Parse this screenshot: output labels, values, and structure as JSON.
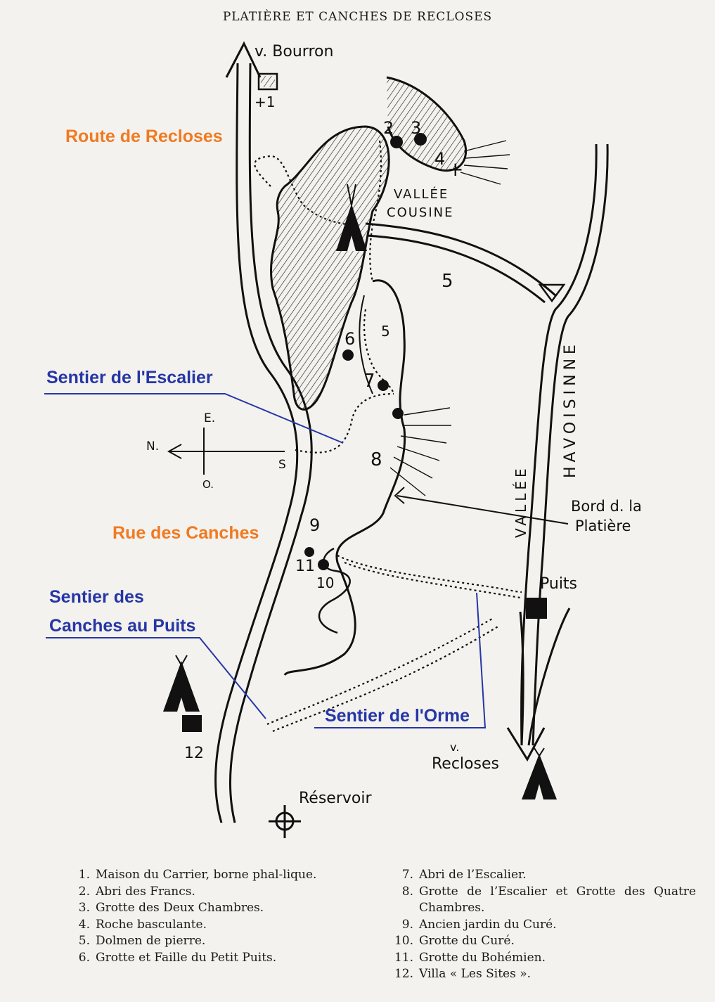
{
  "header": "PLATIÈRE ET CANCHES DE RECLOSES",
  "map": {
    "labels": {
      "bourron": "v. Bourron",
      "plus1": "+1",
      "vallee_cousine_1": "VALLÉE",
      "vallee_cousine_2": "COUSINE",
      "havoisinne": "HAVOISINNE",
      "vallee": "VALLÉE",
      "bord_1": "Bord d. la",
      "bord_2": "Platière",
      "puits": "Puits",
      "recloses_v": "v.",
      "recloses": "Recloses",
      "reservoir": "Réservoir",
      "compass_e": "E.",
      "compass_n": "N.",
      "compass_s": "S",
      "compass_o": "O."
    },
    "site_numbers": [
      "2",
      "3",
      "4",
      "5",
      "5",
      "6",
      "7",
      "8",
      "9",
      "11",
      "10",
      "12"
    ]
  },
  "overlays": {
    "route_recloses": "Route de Recloses",
    "rue_canches": "Rue des Canches",
    "sentier_escalier": "Sentier de l'Escalier",
    "sentier_puits_1": "Sentier des",
    "sentier_puits_2": "Canches au Puits",
    "sentier_orme": "Sentier de l'Orme"
  },
  "legend": {
    "left": [
      {
        "num": "1.",
        "text": "Maison du Carrier, borne phal-lique."
      },
      {
        "num": "2.",
        "text": "Abri des Francs."
      },
      {
        "num": "3.",
        "text": "Grotte des Deux Chambres."
      },
      {
        "num": "4.",
        "text": "Roche basculante."
      },
      {
        "num": "5.",
        "text": "Dolmen de pierre."
      },
      {
        "num": "6.",
        "text": "Grotte et Faille du Petit Puits."
      }
    ],
    "right": [
      {
        "num": "7.",
        "text": "Abri de l’Escalier."
      },
      {
        "num": "8.",
        "text": "Grotte de l’Escalier et Grotte des Quatre Chambres."
      },
      {
        "num": "9.",
        "text": "Ancien jardin du Curé."
      },
      {
        "num": "10.",
        "text": "Grotte du Curé."
      },
      {
        "num": "11.",
        "text": "Grotte du Bohémien."
      },
      {
        "num": "12.",
        "text": "Villa « Les Sites »."
      }
    ]
  },
  "colors": {
    "overlay_orange": "#f07a22",
    "overlay_blue": "#2636a6"
  }
}
